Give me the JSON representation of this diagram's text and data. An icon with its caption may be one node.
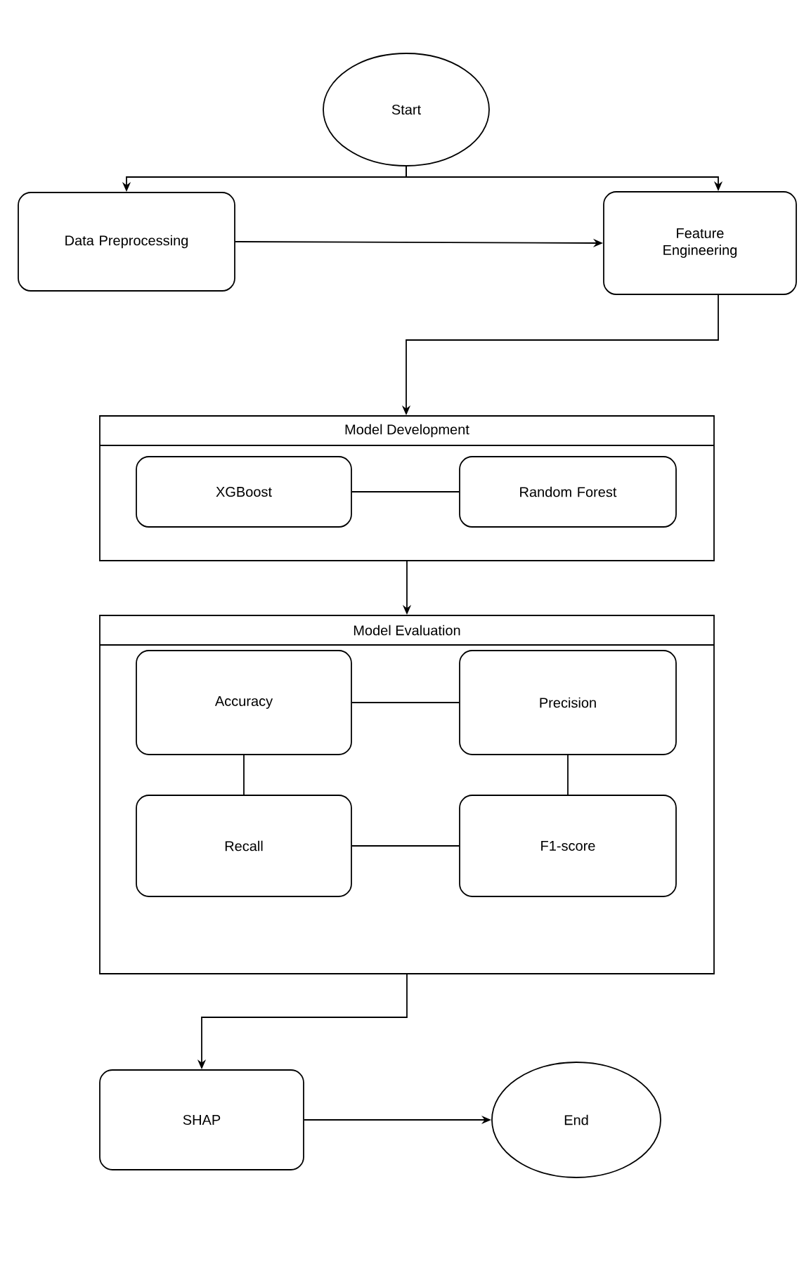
{
  "diagram": {
    "nodes": [
      {
        "text": [
          "Start"
        ]
      },
      {
        "text": [
          "Data Preprocessing"
        ]
      },
      {
        "text": [
          "Feature Engineering"
        ]
      },
      {
        "text": [
          "Model Development"
        ]
      },
      {
        "text": [
          "XGBoost"
        ],
        "in": 3
      },
      {
        "text": [
          "Random Forest"
        ],
        "in": 3
      },
      {
        "text": [
          "Model Evaluation"
        ]
      },
      {
        "text": [
          "Accuracy"
        ],
        "in": 6
      },
      {
        "text": [
          "Precision"
        ],
        "in": 6
      },
      {
        "text": [
          "Recall"
        ],
        "in": 6
      },
      {
        "text": [
          "F1-score"
        ],
        "in": 6
      },
      {
        "text": [
          "SHAP"
        ]
      },
      {
        "text": [
          "End"
        ]
      }
    ],
    "edges": [
      {
        "from": 0,
        "to": 1,
        "arrow": "to"
      },
      {
        "from": 0,
        "to": 2,
        "arrow": "to"
      },
      {
        "from": 1,
        "to": 2,
        "arrow": "to"
      },
      {
        "from": 2,
        "to": 3,
        "arrow": "to"
      },
      {
        "from": 4,
        "to": 5,
        "arrow": "none"
      },
      {
        "from": 3,
        "to": 6,
        "arrow": "to"
      },
      {
        "from": 7,
        "to": 8,
        "arrow": "none"
      },
      {
        "from": 7,
        "to": 9,
        "arrow": "none"
      },
      {
        "from": 8,
        "to": 10,
        "arrow": "none"
      },
      {
        "from": 9,
        "to": 10,
        "arrow": "none"
      },
      {
        "from": 6,
        "to": 11,
        "arrow": "to"
      },
      {
        "from": 11,
        "to": 12,
        "arrow": "to"
      }
    ]
  }
}
